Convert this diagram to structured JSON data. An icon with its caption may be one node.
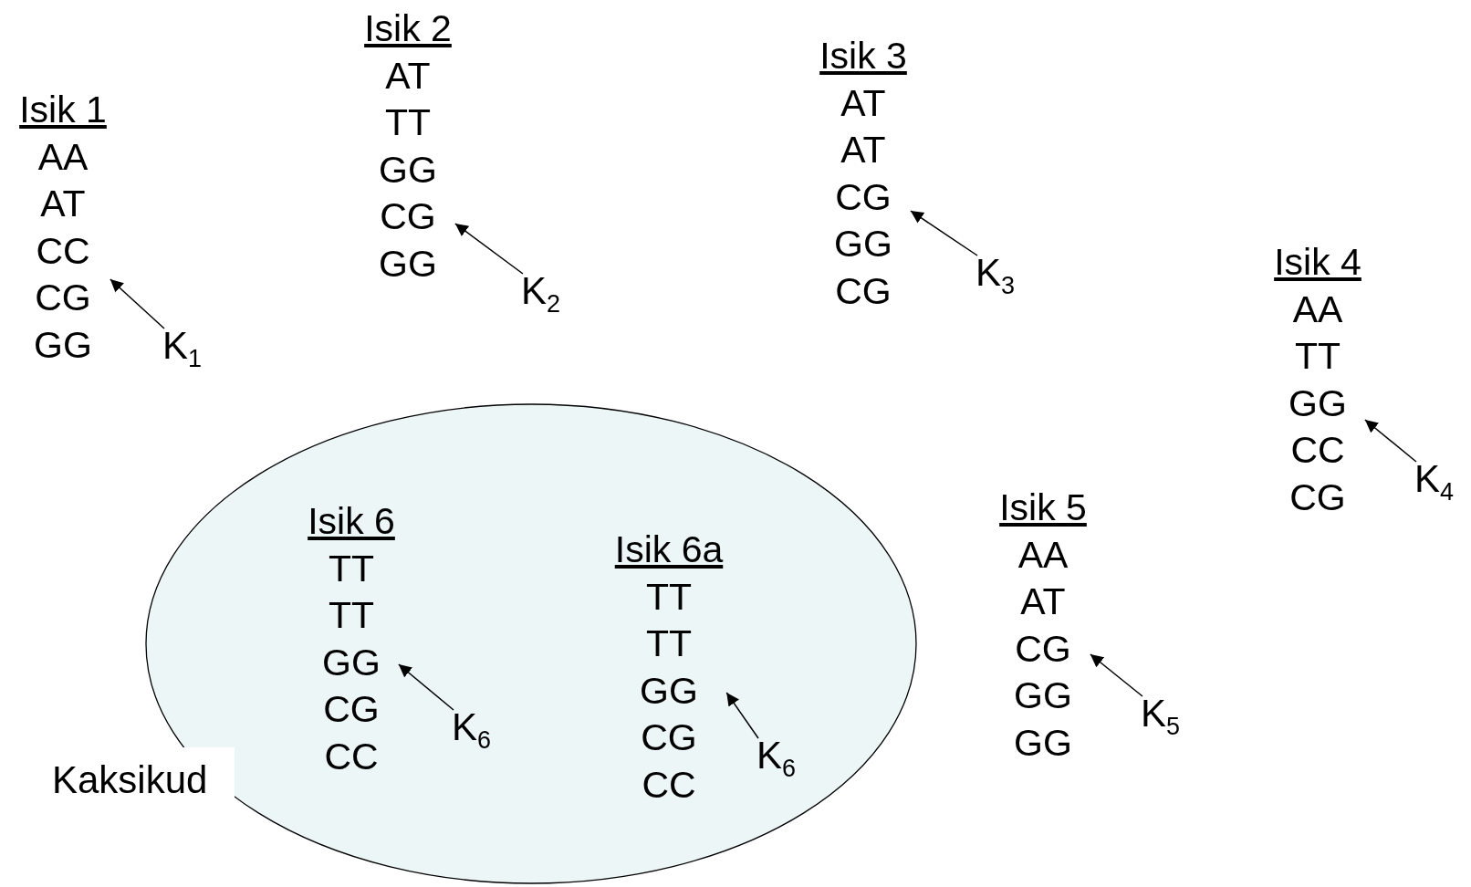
{
  "diagram": {
    "nodes": [
      {
        "text": [
          "Isik 1",
          "AA",
          "AT",
          "CC",
          "CG",
          "GG"
        ]
      },
      {
        "text": [
          "K$_{1}$"
        ]
      },
      {
        "text": [
          "Isik 2",
          "AT",
          "TT",
          "GG",
          "CG",
          "GG"
        ]
      },
      {
        "text": [
          "K$_{2}$"
        ]
      },
      {
        "text": [
          "Isik 3",
          "AT",
          "AT",
          "CG",
          "GG",
          "CG"
        ]
      },
      {
        "text": [
          "K$_{3}$"
        ]
      },
      {
        "text": [
          "Isik 4",
          "AA",
          "TT",
          "GG",
          "CC",
          "CG"
        ]
      },
      {
        "text": [
          "K$_{4}$"
        ]
      },
      {
        "text": [
          "Kaksikud"
        ]
      },
      {
        "text": [
          "Isik 6",
          "TT",
          "TT",
          "GG",
          "CG",
          "CC"
        ],
        "in": 8
      },
      {
        "text": [
          "K$_{6}$"
        ],
        "in": 8
      },
      {
        "text": [
          "Isik 6a",
          "TT",
          "TT",
          "GG",
          "CG",
          "CC"
        ],
        "in": 8
      },
      {
        "text": [
          "K$_{6}$"
        ],
        "in": 8
      },
      {
        "text": [
          "Isik 5",
          "AA",
          "AT",
          "CG",
          "GG",
          "GG"
        ]
      },
      {
        "text": [
          "K$_{5}$"
        ]
      }
    ],
    "edges": [
      {
        "from": 1,
        "to": 0,
        "arrow": "to"
      },
      {
        "from": 3,
        "to": 2,
        "arrow": "to"
      },
      {
        "from": 5,
        "to": 4,
        "arrow": "to"
      },
      {
        "from": 7,
        "to": 6,
        "arrow": "to"
      },
      {
        "from": 10,
        "to": 9,
        "arrow": "to"
      },
      {
        "from": 12,
        "to": 11,
        "arrow": "to"
      },
      {
        "from": 14,
        "to": 13,
        "arrow": "to"
      }
    ]
  }
}
